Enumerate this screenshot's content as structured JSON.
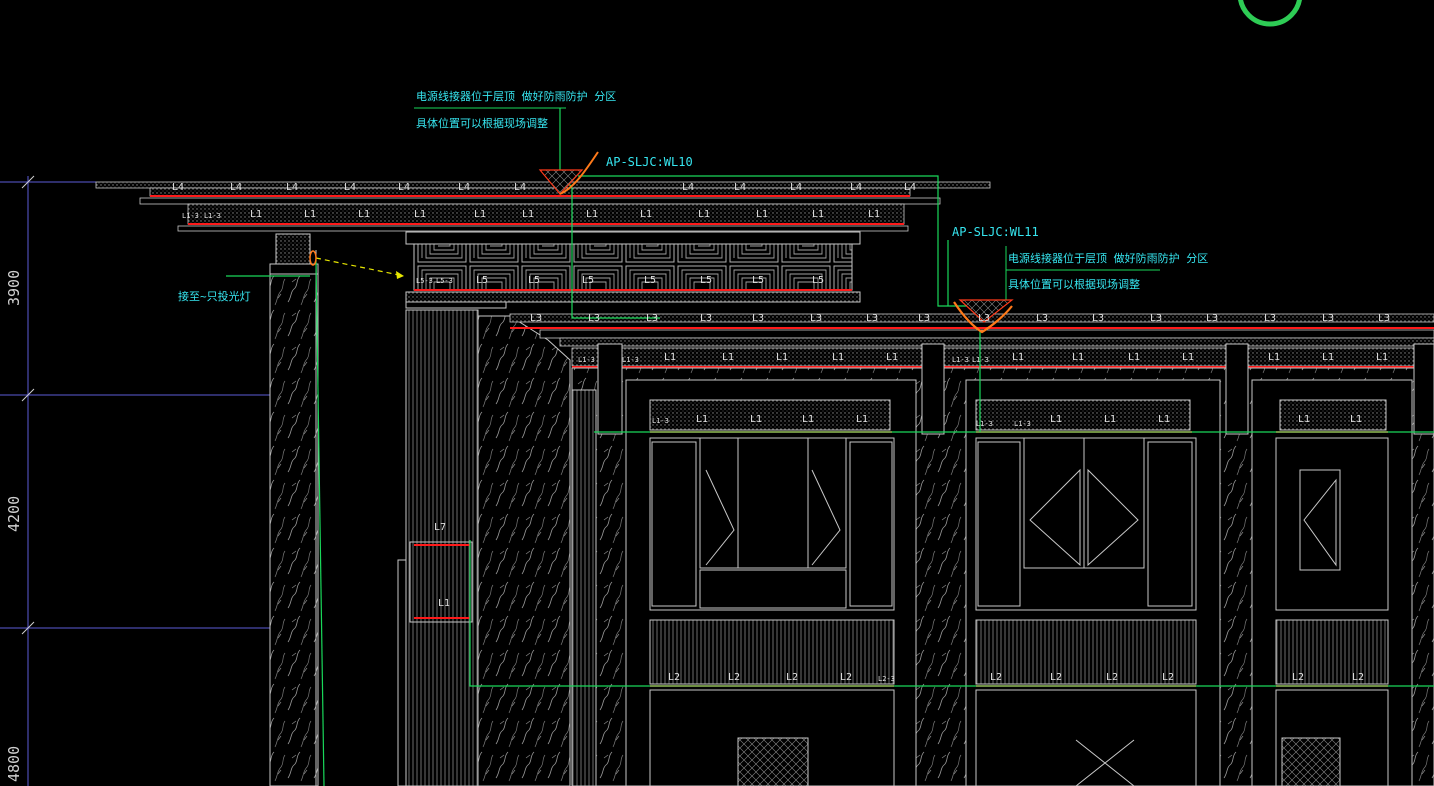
{
  "colors": {
    "background": "#000000",
    "linework": "#c8c8c8",
    "red_line": "#ff1a1a",
    "green_line": "#19d85a",
    "cyan_text": "#36e6f0",
    "orange_mark": "#ff7a1a",
    "dim_line": "#5b5bd6",
    "dim_text": "#d0d0d0",
    "yellow_leader": "#e6e600",
    "circle_badge": "#2ecc55"
  },
  "dimensions": [
    "3900",
    "4200",
    "4800"
  ],
  "annotations": {
    "left_note_line1": "电源线接器位于层顶 做好防雨防护 分区",
    "left_note_line2": "具体位置可以根据现场调整",
    "right_note_line1": "电源线接器位于层顶 做好防雨防护 分区",
    "right_note_line2": "具体位置可以根据现场调整",
    "wire_tag_1": "AP-SLJC:WL10",
    "wire_tag_2": "AP-SLJC:WL11",
    "side_note": "接至~只投光灯"
  },
  "labels": {
    "L1": "L1",
    "L2": "L2",
    "L3": "L3",
    "L4": "L4",
    "L5": "L5",
    "L7": "L7",
    "L1_3": "L1-3",
    "L5_3": "L5-3",
    "L2_3": "L2-3"
  }
}
